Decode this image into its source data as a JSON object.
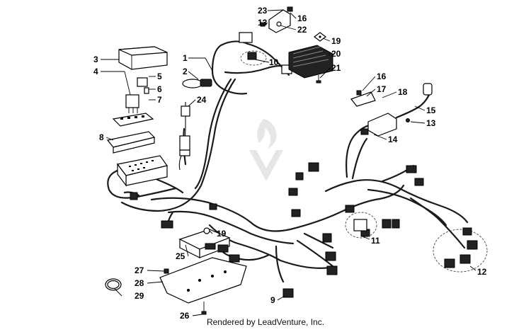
{
  "callouts": [
    {
      "id": "c1",
      "label": "1"
    },
    {
      "id": "c2",
      "label": "2"
    },
    {
      "id": "c3",
      "label": "3"
    },
    {
      "id": "c4",
      "label": "4"
    },
    {
      "id": "c5",
      "label": "5"
    },
    {
      "id": "c6",
      "label": "6"
    },
    {
      "id": "c7",
      "label": "7"
    },
    {
      "id": "c8",
      "label": "8"
    },
    {
      "id": "c9",
      "label": "9"
    },
    {
      "id": "c10",
      "label": "10"
    },
    {
      "id": "c11",
      "label": "11"
    },
    {
      "id": "c12",
      "label": "12"
    },
    {
      "id": "c13a",
      "label": "13"
    },
    {
      "id": "c13b",
      "label": "13"
    },
    {
      "id": "c14",
      "label": "14"
    },
    {
      "id": "c15",
      "label": "15"
    },
    {
      "id": "c16a",
      "label": "16"
    },
    {
      "id": "c16b",
      "label": "16"
    },
    {
      "id": "c17",
      "label": "17"
    },
    {
      "id": "c18",
      "label": "18"
    },
    {
      "id": "c19a",
      "label": "19"
    },
    {
      "id": "c19b",
      "label": "19"
    },
    {
      "id": "c20",
      "label": "20"
    },
    {
      "id": "c21",
      "label": "21"
    },
    {
      "id": "c22",
      "label": "22"
    },
    {
      "id": "c23",
      "label": "23"
    },
    {
      "id": "c24",
      "label": "24"
    },
    {
      "id": "c25",
      "label": "25"
    },
    {
      "id": "c26",
      "label": "26"
    },
    {
      "id": "c27",
      "label": "27"
    },
    {
      "id": "c28",
      "label": "28"
    },
    {
      "id": "c29",
      "label": "29"
    }
  ],
  "footer": {
    "text": "Rendered by LeadVenture, Inc."
  }
}
